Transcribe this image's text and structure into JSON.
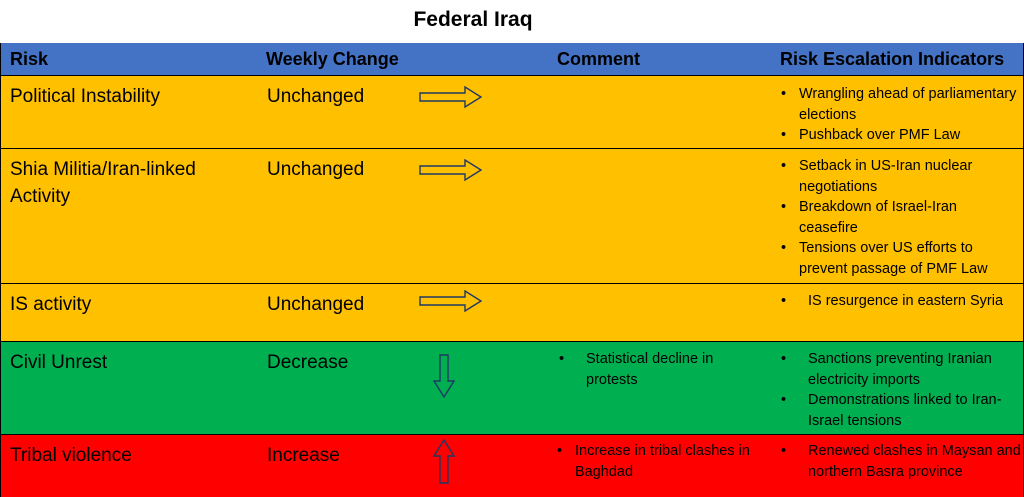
{
  "title": "Federal Iraq",
  "colors": {
    "header": "#4472c4",
    "orange": "#ffc000",
    "green": "#00b050",
    "red": "#ff0000"
  },
  "headers": {
    "risk": "Risk",
    "weekly_change": "Weekly Change",
    "comment": "Comment",
    "indicators": "Risk Escalation Indicators"
  },
  "rows": [
    {
      "risk": "Political Instability",
      "change": "Unchanged",
      "arrow": "right-arrow-icon",
      "color": "#ffc000",
      "comments": [],
      "indicators": [
        "Wrangling ahead of parliamentary elections",
        "Pushback over PMF Law"
      ]
    },
    {
      "risk": "Shia Militia/Iran-linked Activity",
      "change": "Unchanged",
      "arrow": "right-arrow-icon",
      "color": "#ffc000",
      "comments": [],
      "indicators": [
        "Setback in US-Iran nuclear negotiations",
        "Breakdown of Israel-Iran ceasefire",
        "Tensions over US efforts to prevent passage of PMF Law"
      ]
    },
    {
      "risk": "IS activity",
      "change": "Unchanged",
      "arrow": "right-arrow-icon",
      "color": "#ffc000",
      "comments": [],
      "indicators": [
        "IS resurgence in eastern Syria"
      ]
    },
    {
      "risk": "Civil Unrest",
      "change": "Decrease",
      "arrow": "down-arrow-icon",
      "color": "#00b050",
      "comments": [
        "Statistical decline in protests"
      ],
      "indicators": [
        "Sanctions preventing Iranian electricity imports",
        "Demonstrations linked to Iran-Israel tensions"
      ]
    },
    {
      "risk": "Tribal violence",
      "change": "Increase",
      "arrow": "up-arrow-icon",
      "color": "#ff0000",
      "comments": [
        "Increase in tribal clashes in Baghdad"
      ],
      "indicators": [
        "Renewed clashes in Maysan and northern Basra province"
      ]
    }
  ]
}
